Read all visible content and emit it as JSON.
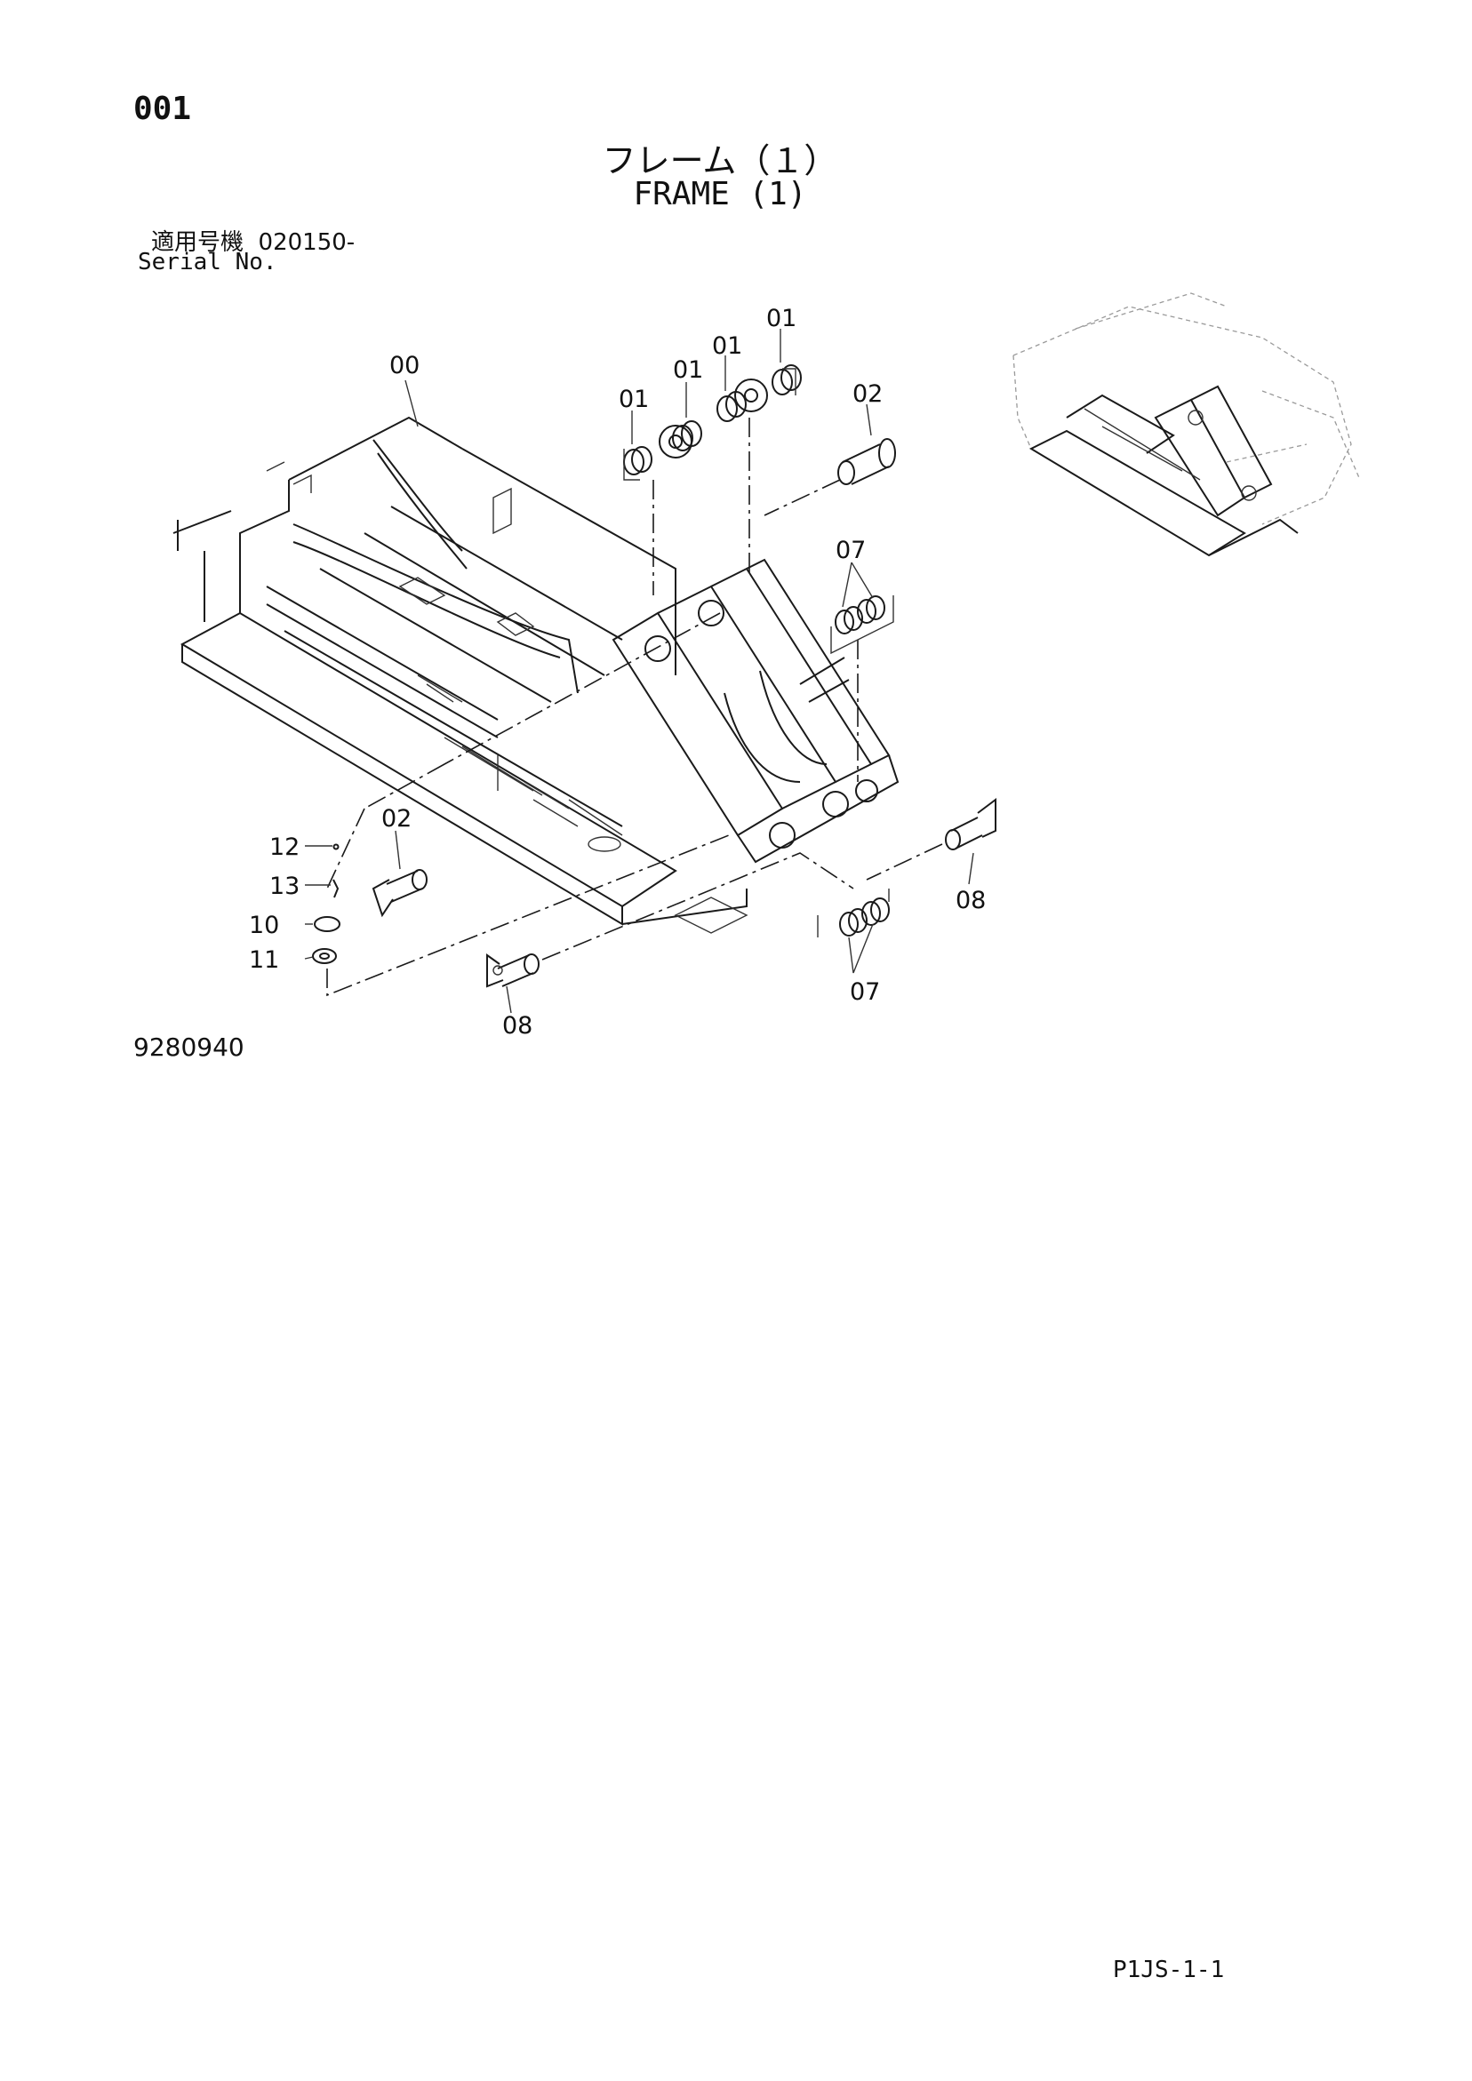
{
  "page_number": "001",
  "title_jp": "フレーム（１）",
  "title_en": "FRAME (1)",
  "serial_label_jp": "適用号機",
  "serial_value": "020150-",
  "serial_label_en": "Serial No.",
  "drawing_number": "9280940",
  "page_reference": "P1JS-1-1",
  "callouts": {
    "c00": "00",
    "c01a": "01",
    "c01b": "01",
    "c01c": "01",
    "c01d": "01",
    "c02_top": "02",
    "c02_left": "02",
    "c07_top": "07",
    "c07_bottom": "07",
    "c08_right": "08",
    "c08_bottom": "08",
    "c12": "12",
    "c13": "13",
    "c10": "10",
    "c11": "11"
  }
}
